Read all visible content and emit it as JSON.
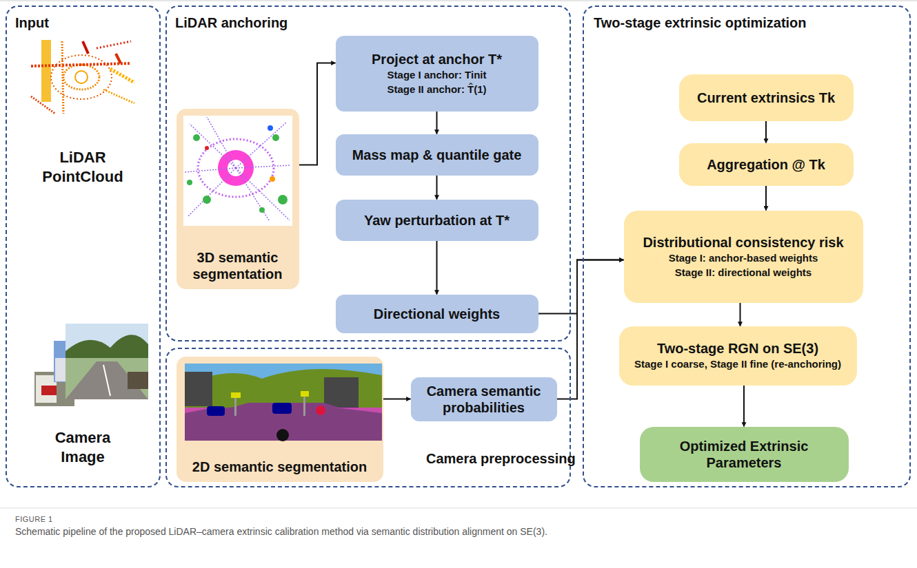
{
  "diagram": {
    "caption": "Schematic pipeline of the proposed LiDAR–camera extrinsic calibration method via semantic distribution alignment on SE(3).",
    "nodes": [
      {
        "text": [
          "Input",
          "LiDAR PointCloud",
          "Camera Image"
        ]
      },
      {
        "text": [
          "LiDAR anchoring"
        ]
      },
      {
        "text": [
          "3D semantic segmentation"
        ],
        "in": 1
      },
      {
        "text": [
          "Project at anchor T*",
          "Stage I anchor: Tinit",
          "Stage II anchor: T̂(1)"
        ],
        "in": 1
      },
      {
        "text": [
          "Mass map & quantile gate"
        ],
        "in": 1
      },
      {
        "text": [
          "Yaw perturbation at T*"
        ],
        "in": 1
      },
      {
        "text": [
          "Directional weights"
        ],
        "in": 1
      },
      {
        "text": [
          "Camera preprocessing"
        ]
      },
      {
        "text": [
          "2D semantic segmentation"
        ],
        "in": 7
      },
      {
        "text": [
          "Camera semantic probabilities"
        ],
        "in": 7
      },
      {
        "text": [
          "Two-stage extrinsic optimization"
        ]
      },
      {
        "text": [
          "Current extrinsics Tk"
        ],
        "in": 10
      },
      {
        "text": [
          "Aggregation @ Tk"
        ],
        "in": 10
      },
      {
        "text": [
          "Distributional consistency risk",
          "Stage I: anchor-based weights",
          "Stage II: directional weights"
        ],
        "in": 10
      },
      {
        "text": [
          "Two-stage RGN on SE(3)",
          "Stage I coarse, Stage II fine (re-anchoring)"
        ],
        "in": 10
      },
      {
        "text": [
          "Optimized Extrinsic Parameters"
        ],
        "in": 10
      }
    ],
    "edges": [
      {
        "from": 2,
        "to": 3,
        "arrow": "to"
      },
      {
        "from": 3,
        "to": 4,
        "arrow": "to"
      },
      {
        "from": 4,
        "to": 5,
        "arrow": "to"
      },
      {
        "from": 5,
        "to": 6,
        "arrow": "to"
      },
      {
        "from": 8,
        "to": 9,
        "arrow": "to"
      },
      {
        "from": 6,
        "to": 13,
        "arrow": "to"
      },
      {
        "from": 9,
        "to": 13,
        "arrow": "to"
      },
      {
        "from": 11,
        "to": 12,
        "arrow": "to"
      },
      {
        "from": 12,
        "to": 13,
        "arrow": "to"
      },
      {
        "from": 13,
        "to": 14,
        "arrow": "to"
      },
      {
        "from": 14,
        "to": 15,
        "arrow": "to"
      }
    ],
    "labels": [
      "FIGURE 1"
    ]
  }
}
